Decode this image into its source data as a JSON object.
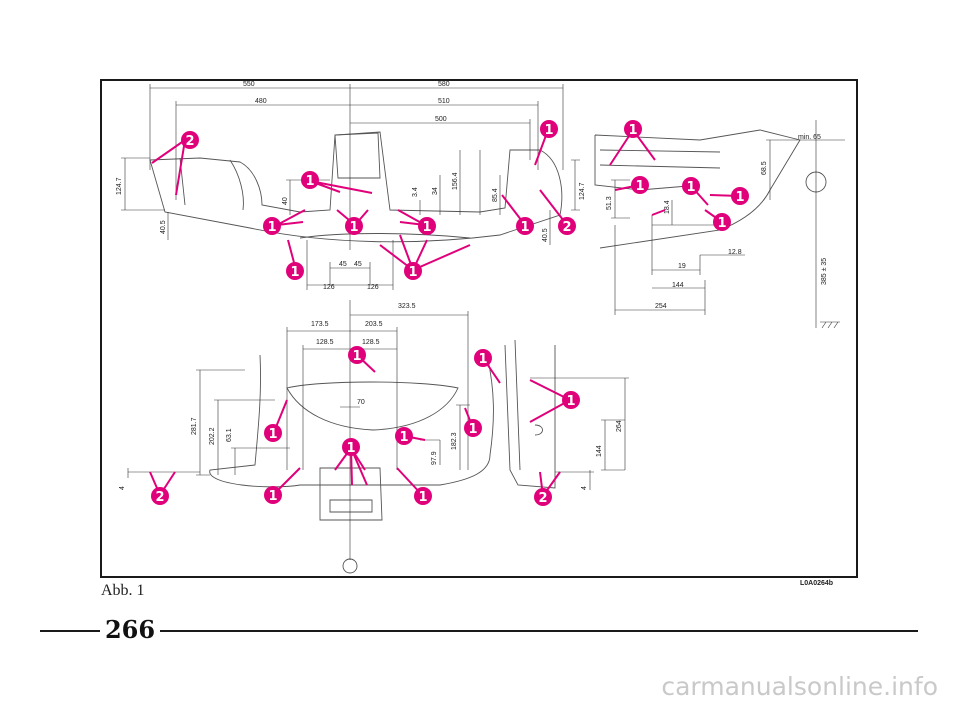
{
  "figure": {
    "caption": "Abb. 1",
    "code": "L0A0264b",
    "page_number": "266",
    "watermark": "carmanualsonline.info",
    "accent_color": "#e0007a"
  },
  "dimensions": {
    "top_view": [
      "550",
      "580",
      "480",
      "510",
      "500",
      "124.7",
      "40.5",
      "40",
      "3.4",
      "34",
      "156.4",
      "85.4",
      "124.7",
      "40.5",
      "45",
      "45",
      "126",
      "126"
    ],
    "side_view": [
      "min. 65",
      "68.5",
      "51.3",
      "18.4",
      "12.8",
      "19",
      "144",
      "254",
      "385 ± 35"
    ],
    "rear_view": [
      "323.5",
      "173.5",
      "203.5",
      "128.5",
      "128.5",
      "70",
      "281.7",
      "202.2",
      "63.1",
      "97.9",
      "182.3",
      "4",
      "144",
      "264",
      "4"
    ]
  },
  "labels": {
    "one": "1",
    "two": "2"
  }
}
